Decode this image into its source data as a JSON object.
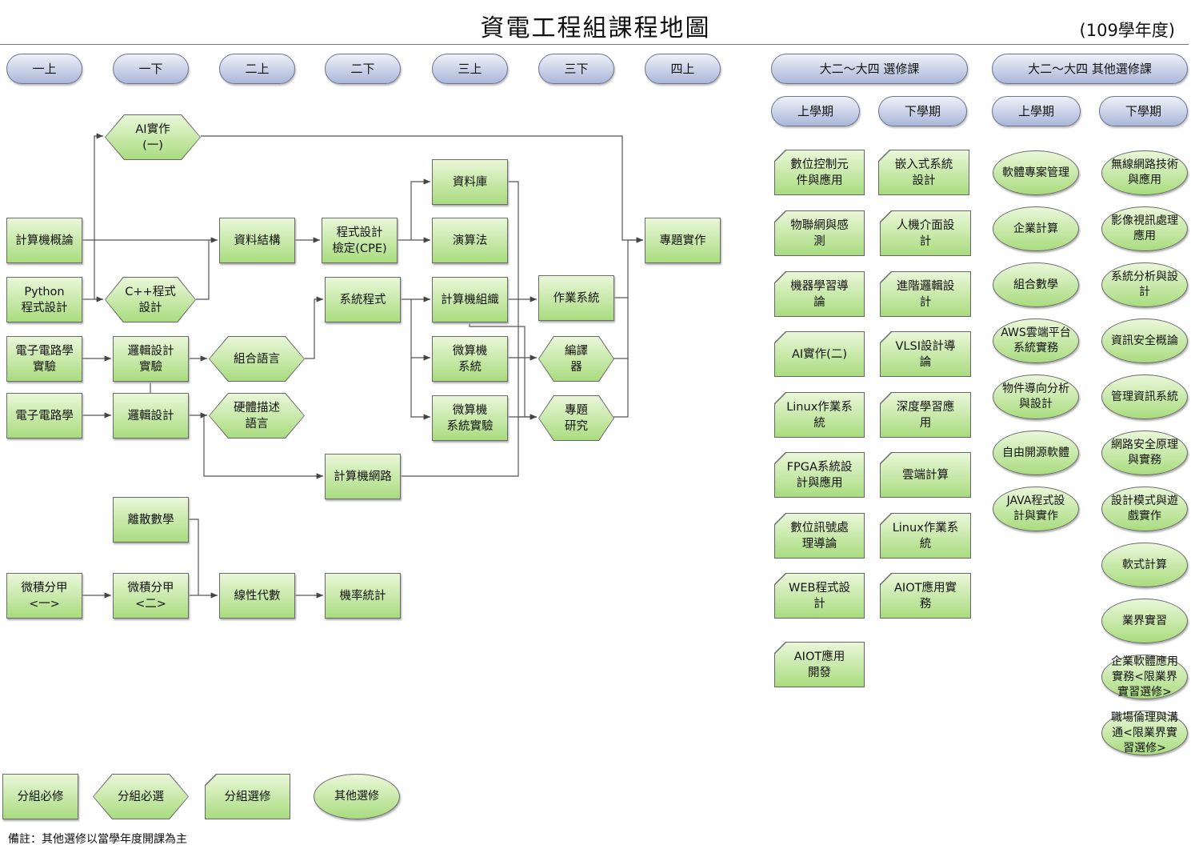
{
  "header": {
    "title": "資電工程組課程地圖",
    "year": "(109學年度)"
  },
  "terms": {
    "y1a": "一上",
    "y1b": "一下",
    "y2a": "二上",
    "y2b": "二下",
    "y3a": "三上",
    "y3b": "三下",
    "y4a": "四上",
    "elective": "大二～大四 選修課",
    "other": "大二～大四 其他選修課",
    "el_s1": "上學期",
    "el_s2": "下學期",
    "ot_s1": "上學期",
    "ot_s2": "下學期"
  },
  "courses": {
    "intro_cs": "計算機概論",
    "python": "Python\n程式設計",
    "elec_lab": "電子電路學\n實驗",
    "elec": "電子電路學",
    "calc1": "微積分甲\n<一>",
    "ai1": "AI實作\n(一)",
    "cpp": "C++程式\n設計",
    "logic_lab": "邏輯設計\n實驗",
    "logic": "邏輯設計",
    "discrete": "離散數學",
    "calc2": "微積分甲\n<二>",
    "ds": "資料結構",
    "asm": "組合語言",
    "hdl": "硬體描述\n語言",
    "linalg": "線性代數",
    "cpe": "程式設計\n檢定(CPE)",
    "sysprog": "系統程式",
    "network": "計算機網路",
    "prob": "機率統計",
    "db": "資料庫",
    "algo": "演算法",
    "arch": "計算機組織",
    "micro": "微算機\n系統",
    "micro_lab": "微算機\n系統實驗",
    "os": "作業系統",
    "compiler": "編譯\n器",
    "research": "專題\n研究",
    "capstone": "專題實作"
  },
  "electives_s1": [
    "數位控制元\n件與應用",
    "物聯網與感\n測",
    "機器學習導\n論",
    "AI實作(二)",
    "Linux作業系\n統",
    "FPGA系統設\n計與應用",
    "數位訊號處\n理導論",
    "WEB程式設\n計",
    "AIOT應用\n開發"
  ],
  "electives_s2": [
    "嵌入式系統\n設計",
    "人機介面設\n計",
    "進階邏輯設\n計",
    "VLSI設計導\n論",
    "深度學習應\n用",
    "雲端計算",
    "Linux作業系\n統",
    "AIOT應用實\n務"
  ],
  "other_s1": [
    "軟體專案管理",
    "企業計算",
    "組合數學",
    "AWS雲端平台\n系統實務",
    "物件導向分析\n與設計",
    "自由開源軟體",
    "JAVA程式設\n計與實作"
  ],
  "other_s2": [
    "無線網路技術\n與應用",
    "影像視訊處理\n應用",
    "系統分析與設\n計",
    "資訊安全概論",
    "管理資訊系統",
    "網路安全原理\n與實務",
    "設計模式與遊\n戲實作",
    "軟式計算",
    "業界實習",
    "企業軟體應用\n實務<限業界\n實習選修>",
    "職場倫理與溝\n通<限業界實\n習選修>"
  ],
  "legend": {
    "required": "分組必修",
    "required_choice": "分組必選",
    "elective": "分組選修",
    "other": "其他選修"
  },
  "note": "備註：其他選修以當學年度開課為主"
}
